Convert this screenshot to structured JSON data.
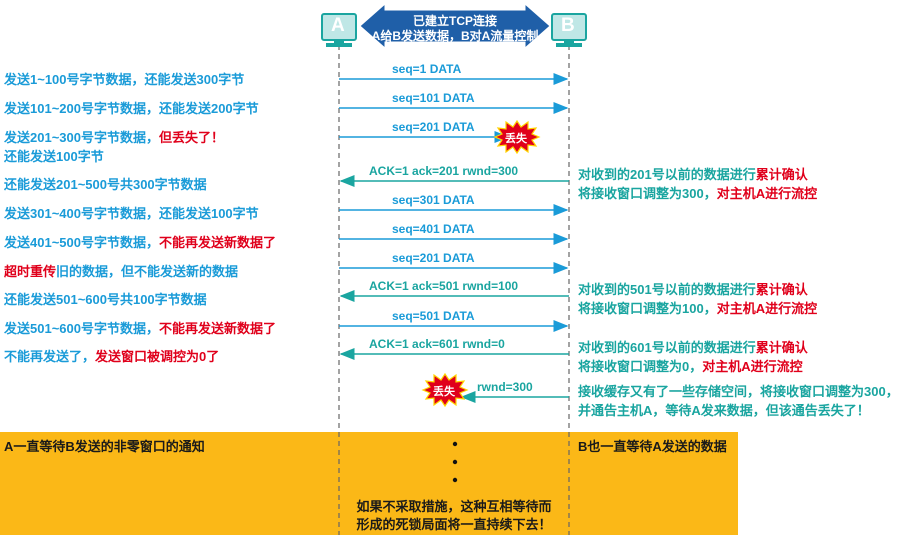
{
  "header": {
    "host_a": "A",
    "host_b": "B",
    "banner_line1": "已建立TCP连接",
    "banner_line2": "A给B发送数据，B对A流量控制"
  },
  "left_notes": [
    {
      "a": "发送1~100号字节数据，还能发送300字节",
      "b": ""
    },
    {
      "a": "发送101~200号字节数据，还能发送200字节",
      "b": ""
    },
    {
      "a": "发送201~300号字节数据，",
      "b": "但丢失了！"
    },
    {
      "a": "还能发送100字节",
      "b": ""
    },
    {
      "a": "还能发送201~500号共300字节数据",
      "b": ""
    },
    {
      "a": "发送301~400号字节数据，还能发送100字节",
      "b": ""
    },
    {
      "a": "发送401~500号字节数据，",
      "b": "不能再发送新数据了"
    },
    {
      "pre": "超时重传",
      "a": "旧的数据，但不能发送新的数据",
      "b": ""
    },
    {
      "a": "还能发送501~600号共100字节数据",
      "b": ""
    },
    {
      "a": "发送501~600号字节数据，",
      "b": "不能再发送新数据了"
    },
    {
      "a": "不能再发送了，",
      "b": "发送窗口被调控为0了"
    }
  ],
  "messages": [
    {
      "label": "seq=1   DATA"
    },
    {
      "label": "seq=101   DATA"
    },
    {
      "label": "seq=201   DATA"
    },
    {
      "label": "ACK=1   ack=201    rwnd=300"
    },
    {
      "label": "seq=301   DATA"
    },
    {
      "label": "seq=401   DATA"
    },
    {
      "label": "seq=201   DATA"
    },
    {
      "label": "ACK=1   ack=501    rwnd=100"
    },
    {
      "label": "seq=501   DATA"
    },
    {
      "label": "ACK=1   ack=601    rwnd=0"
    },
    {
      "label": "rwnd=300"
    }
  ],
  "lost_label": "丢失",
  "right_notes": [
    {
      "a": "对收到的201号以前的数据进行",
      "b": "累计确认"
    },
    {
      "a": "将接收窗口调整为300，",
      "b": "对主机A进行流控"
    },
    {
      "a": "对收到的501号以前的数据进行",
      "b": "累计确认"
    },
    {
      "a": "将接收窗口调整为100，",
      "b": "对主机A进行流控"
    },
    {
      "a": "对收到的601号以前的数据进行",
      "b": "累计确认"
    },
    {
      "a": "将接收窗口调整为0，",
      "b": "对主机A进行流控"
    },
    {
      "a": "接收缓存又有了一些存储空间，将接收窗口调整为300，",
      "b": ""
    },
    {
      "a": "并通告主机A，等待A发来数据，但该通告丢失了！",
      "b": ""
    }
  ],
  "deadlock": {
    "left": "A一直等待B发送的非零窗口的通知",
    "right": "B也一直等待A发送的数据",
    "note_line1": "如果不采取措施，这种互相等待而",
    "note_line2": "形成的死锁局面将一直持续下去！"
  },
  "colors": {
    "blue": "#1a9bd8",
    "teal": "#1aa5a0",
    "red": "#e0001b",
    "orange": "#fbb817",
    "banner": "#1f5fa8"
  }
}
